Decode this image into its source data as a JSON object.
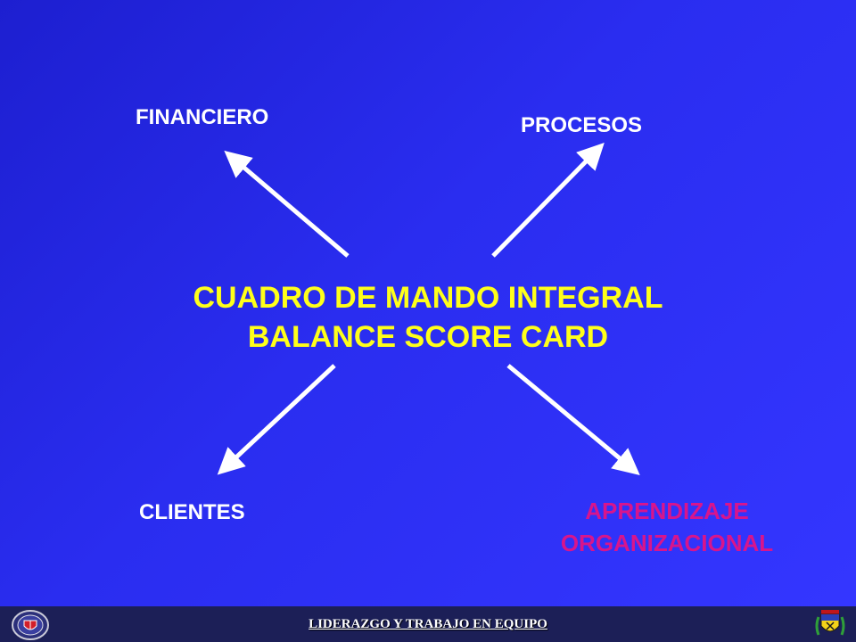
{
  "diagram": {
    "center_line1": "CUADRO DE MANDO INTEGRAL",
    "center_line2": "BALANCE SCORE CARD",
    "nodes": {
      "financiero": "FINANCIERO",
      "procesos": "PROCESOS",
      "clientes": "CLIENTES",
      "aprendizaje": "APRENDIZAJE ORGANIZACIONAL"
    }
  },
  "footer": {
    "text": "LIDERAZGO Y TRABAJO EN EQUIPO"
  },
  "colors": {
    "background": "#2a2df0",
    "title": "#ffff1a",
    "labels": "#ffffff",
    "aprendizaje": "#d8158c",
    "footer_bg": "#1c1f57"
  },
  "icons": {
    "left_logo": "emblem-seal-icon",
    "right_logo": "shield-crest-icon"
  }
}
